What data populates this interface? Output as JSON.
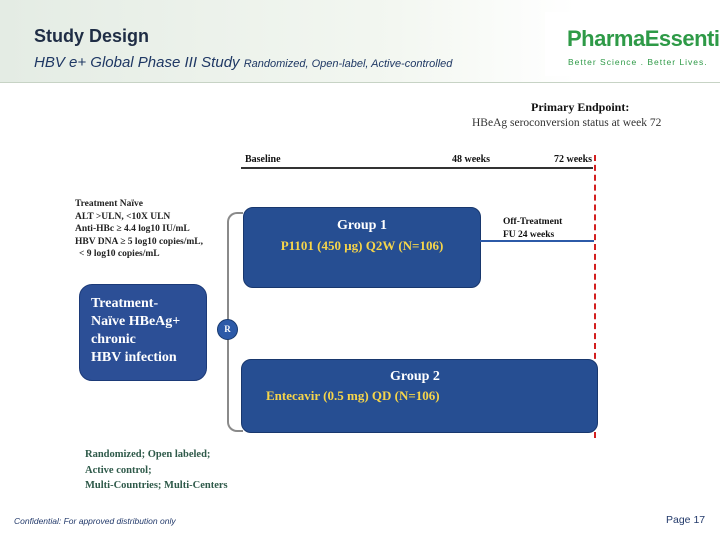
{
  "header": {
    "title": "Study Design",
    "subtitle_main": "HBV e+ Global Phase III Study",
    "subtitle_detail": "Randomized, Open-label, Active-controlled"
  },
  "logo": {
    "name": "PharmaEssentia",
    "tagline": "Better Science    .    Better Lives.",
    "brand_color": "#2e9a47"
  },
  "primary_endpoint": {
    "label": "Primary Endpoint:",
    "description": "HBeAg  seroconversion status at week  72"
  },
  "timeline": {
    "baseline": "Baseline",
    "week48": "48 weeks",
    "week72": "72 weeks"
  },
  "criteria": [
    "Treatment  Naïve",
    "ALT >ULN, <10X ULN",
    "Anti-HBc  ≥ 4.4 log10 IU/mL",
    "HBV DNA ≥ 5 log10 copies/mL,",
    "< 9 log10 copies/mL"
  ],
  "population": {
    "line1": "Treatment-",
    "line2": "Naïve HBeAg+",
    "line3": "chronic",
    "line4": "HBV infection"
  },
  "randomization_label": "R",
  "group1": {
    "name": "Group 1",
    "treatment": "P1101 (450 μg) Q2W (N=106)"
  },
  "off_treatment": {
    "line1": "Off-Treatment",
    "line2": "FU 24 weeks"
  },
  "group2": {
    "name": "Group 2",
    "treatment": "Entecavir (0.5 mg) QD (N=106)"
  },
  "notes": [
    "Randomized; Open labeled;",
    "Active control;",
    "Multi-Countries; Multi-Centers"
  ],
  "footer": {
    "confidential": "Confidential:  For approved distribution only",
    "page": "Page 17"
  },
  "colors": {
    "box_blue": "#264e92",
    "drug_yellow": "#f6d54a",
    "endpoint_red": "#d31f1f"
  }
}
